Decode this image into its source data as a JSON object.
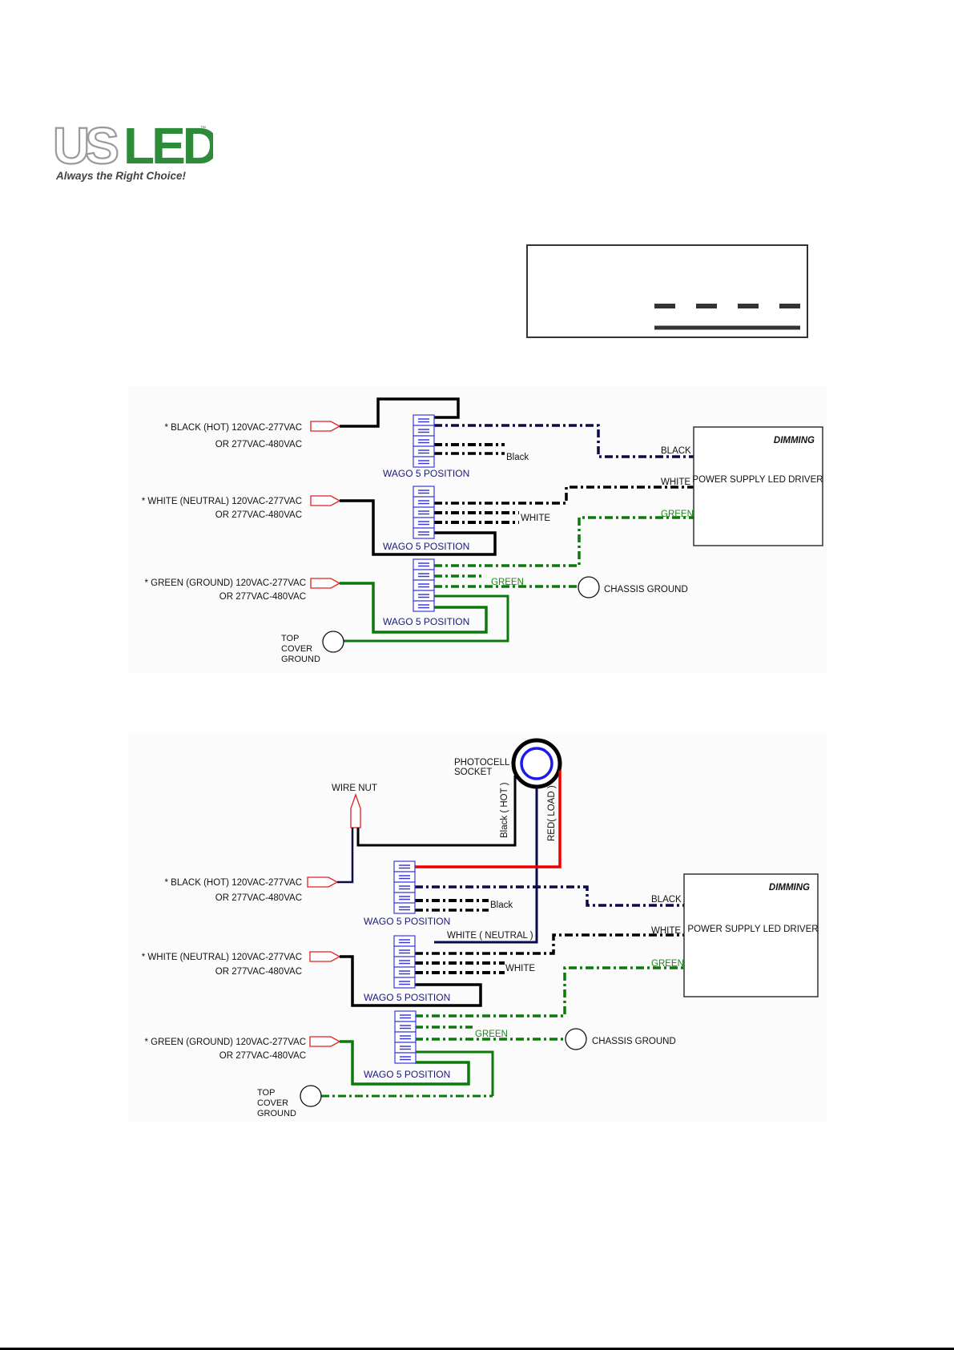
{
  "logo": {
    "brand_outline": "US",
    "brand_solid": "LED",
    "trademark": "™",
    "tagline": "Always the Right Choice!",
    "colors": {
      "green": "#2e8b3a",
      "outline_gray": "#9a9a9a",
      "tagline": "#444444"
    }
  },
  "legend": {
    "rows": [
      {
        "style": "dashed"
      },
      {
        "style": "solid"
      }
    ]
  },
  "colors": {
    "black_wire": "#000000",
    "navy_wire": "#0b0b4a",
    "green_wire": "#0a7a0a",
    "red_wire": "#ee0000",
    "wago_blue": "#3a3adb",
    "connector_red": "#e02020",
    "label_navy": "#1a1a7a",
    "label_green": "#1a8a1a"
  },
  "diagram1": {
    "inputs": [
      {
        "line1": "* BLACK (HOT) 120VAC-277VAC",
        "line2": "OR 277VAC-480VAC"
      },
      {
        "line1": "* WHITE (NEUTRAL) 120VAC-277VAC",
        "line2": "OR 277VAC-480VAC"
      },
      {
        "line1": "* GREEN (GROUND) 120VAC-277VAC",
        "line2": "OR 277VAC-480VAC"
      }
    ],
    "wago_label": "WAGO 5 POSITION",
    "tail_labels": {
      "black": "Black",
      "white": "WHITE",
      "green": "GREEN"
    },
    "driver": {
      "dimming": "DIMMING",
      "title": "POWER SUPPLY LED DRIVER",
      "wire_labels": {
        "black": "BLACK",
        "white": "WHITE",
        "green": "GREEN"
      }
    },
    "chassis_ground": "CHASSIS GROUND",
    "top_cover_ground": [
      "TOP",
      "COVER",
      "GROUND"
    ]
  },
  "diagram2": {
    "photocell": [
      "PHOTOCELL",
      "SOCKET"
    ],
    "wire_nut": "WIRE NUT",
    "black_hot": "Black ( HOT )",
    "red_load": "RED( LOAD )",
    "white_neutral": "WHITE ( NEUTRAL )",
    "inputs": [
      {
        "line1": "* BLACK (HOT) 120VAC-277VAC",
        "line2": "OR 277VAC-480VAC"
      },
      {
        "line1": "* WHITE (NEUTRAL) 120VAC-277VAC",
        "line2": "OR 277VAC-480VAC"
      },
      {
        "line1": "* GREEN (GROUND) 120VAC-277VAC",
        "line2": "OR 277VAC-480VAC"
      }
    ],
    "wago_label": "WAGO 5 POSITION",
    "tail_labels": {
      "black": "Black",
      "white": "WHITE",
      "green": "GREEN"
    },
    "driver": {
      "dimming": "DIMMING",
      "title": "POWER SUPPLY LED DRIVER",
      "wire_labels": {
        "black": "BLACK",
        "white": "WHITE",
        "green": "GREEN"
      }
    },
    "chassis_ground": "CHASSIS GROUND",
    "top_cover_ground": [
      "TOP",
      "COVER",
      "GROUND"
    ]
  }
}
